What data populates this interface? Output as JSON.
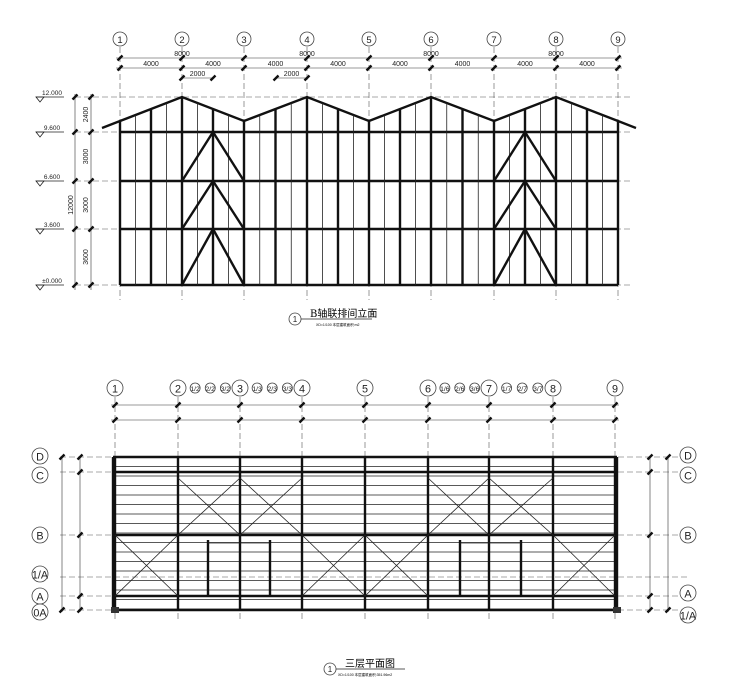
{
  "elevation": {
    "title": "B轴联排间立面",
    "number": "1",
    "subtitle": "XD=1/100 本层建筑面积:m2",
    "axes": [
      "1",
      "2",
      "3",
      "4",
      "5",
      "6",
      "7",
      "8",
      "9"
    ],
    "dims_8000": [
      "8000",
      "8000",
      "8000",
      "8000"
    ],
    "dims_4000": [
      "4000",
      "4000",
      "4000",
      "4000",
      "4000",
      "4000",
      "4000",
      "4000"
    ],
    "dims_2000": [
      "2000",
      "2000"
    ],
    "levels": [
      "12.000",
      "9.600",
      "6.600",
      "3.600",
      "±0.000"
    ],
    "vertical_dims": [
      "2400",
      "3000",
      "3000",
      "3600"
    ],
    "total_height": "12000"
  },
  "plan": {
    "title": "三层平面图",
    "number": "1",
    "subtitle": "XD=1/100 本层建筑面积:351.96m2",
    "axes": [
      "1",
      "2",
      "3",
      "4",
      "5",
      "6",
      "7",
      "8",
      "9"
    ],
    "sub_axes": [
      "1/2",
      "2/2",
      "3/2",
      "1/3",
      "2/3",
      "3/3",
      "1/6",
      "2/6",
      "3/6",
      "1/7",
      "2/7",
      "3/7"
    ],
    "left_axes": [
      "D",
      "C",
      "B",
      "1/A",
      "A",
      "0A"
    ],
    "right_axes": [
      "D",
      "C",
      "B",
      "A",
      "1/A"
    ]
  }
}
